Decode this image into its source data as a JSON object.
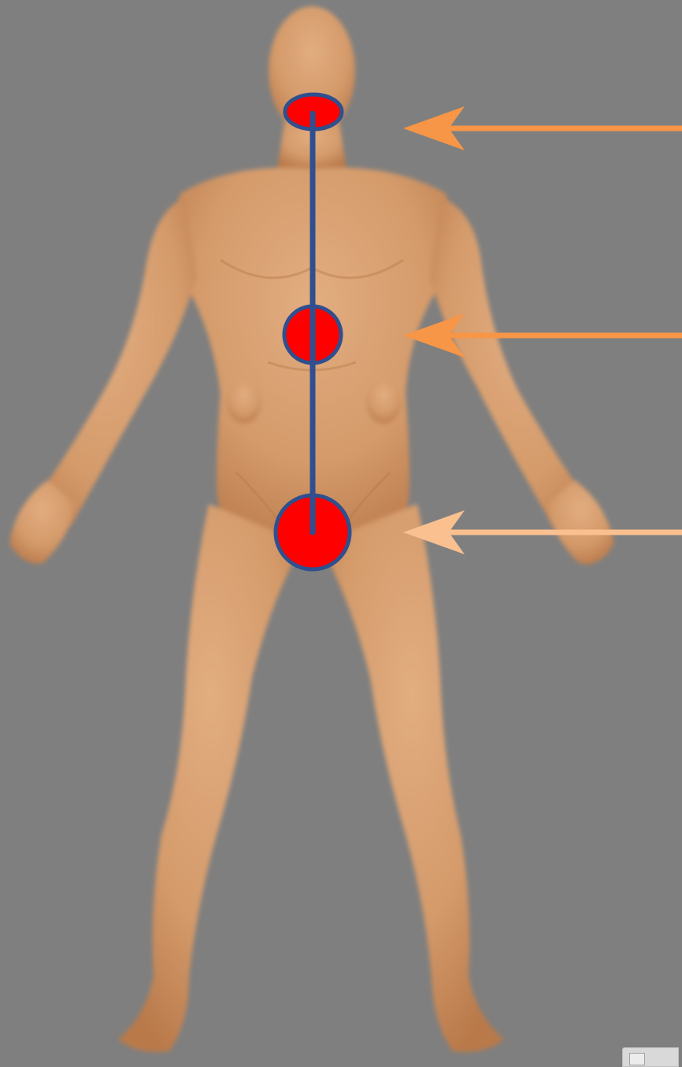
{
  "figure": {
    "background_color": "#7f7f7f",
    "subject": "human-body-front-view",
    "skin_color": "#d49a6a",
    "skin_shadow_color": "#b9794a",
    "centerline_color": "#2f4f8f",
    "marker_fill_color": "#ff0000",
    "marker_stroke_color": "#2f4f8f",
    "markers": [
      {
        "id": "head-marker",
        "shape": "ellipse",
        "size": "small"
      },
      {
        "id": "abdomen-marker",
        "shape": "circle",
        "size": "medium"
      },
      {
        "id": "pelvis-marker",
        "shape": "circle",
        "size": "large"
      }
    ],
    "arrows": [
      {
        "id": "arrow-head",
        "color": "#f79646",
        "points_to": "head-marker"
      },
      {
        "id": "arrow-abdomen",
        "color": "#f79646",
        "points_to": "abdomen-marker"
      },
      {
        "id": "arrow-pelvis",
        "color": "#fac090",
        "points_to": "pelvis-marker"
      }
    ]
  },
  "corner_widget": {
    "icon": "slide-thumbnail-icon"
  }
}
